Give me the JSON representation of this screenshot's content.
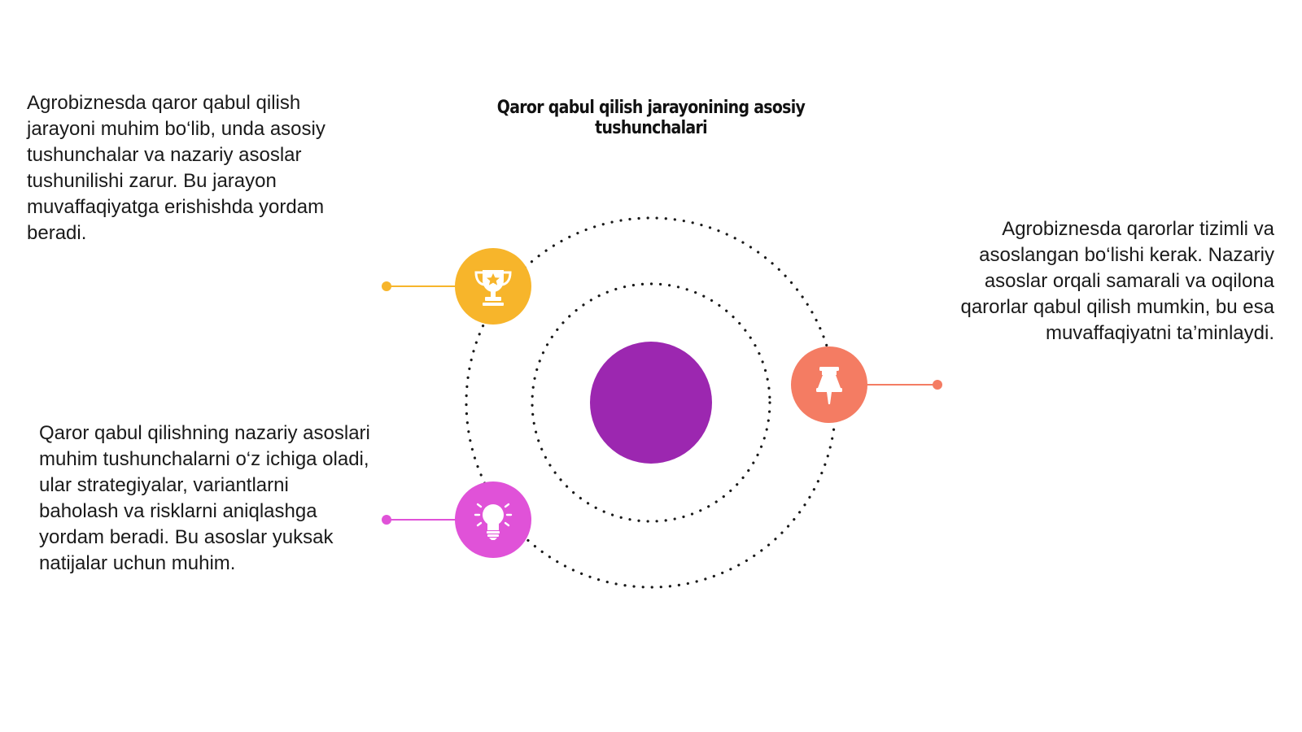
{
  "title": "Qaror qabul qilish jarayonining asosiy tushunchalari",
  "blocks": {
    "top_left": "Agrobiznesda qaror qabul qilish jarayoni muhim bo‘lib, unda asosiy tushunchalar va nazariy asoslar tushunilishi zarur. Bu jarayon muvaffaqiyatga erishishda yordam beradi.",
    "right": "Agrobiznesda qarorlar tizimli va asoslangan bo‘lishi kerak. Nazariy asoslar orqali samarali va oqilona qarorlar qabul qilish mumkin, bu esa muvaffaqiyatni ta’minlaydi.",
    "bottom_left": "Qaror qabul qilishning nazariy asoslari muhim tushunchalarni o‘z ichiga oladi, ular strategiyalar, variantlarni baholash va risklarni aniqlashga yordam beradi. Bu asoslar yuksak natijalar uchun muhim."
  },
  "nodes": [
    {
      "id": "trophy",
      "icon": "trophy-icon",
      "color": "#f7b52b"
    },
    {
      "id": "pin",
      "icon": "pushpin-icon",
      "color": "#f47c63"
    },
    {
      "id": "bulb",
      "icon": "lightbulb-icon",
      "color": "#e052d8"
    }
  ],
  "center_color": "#9c27b0"
}
